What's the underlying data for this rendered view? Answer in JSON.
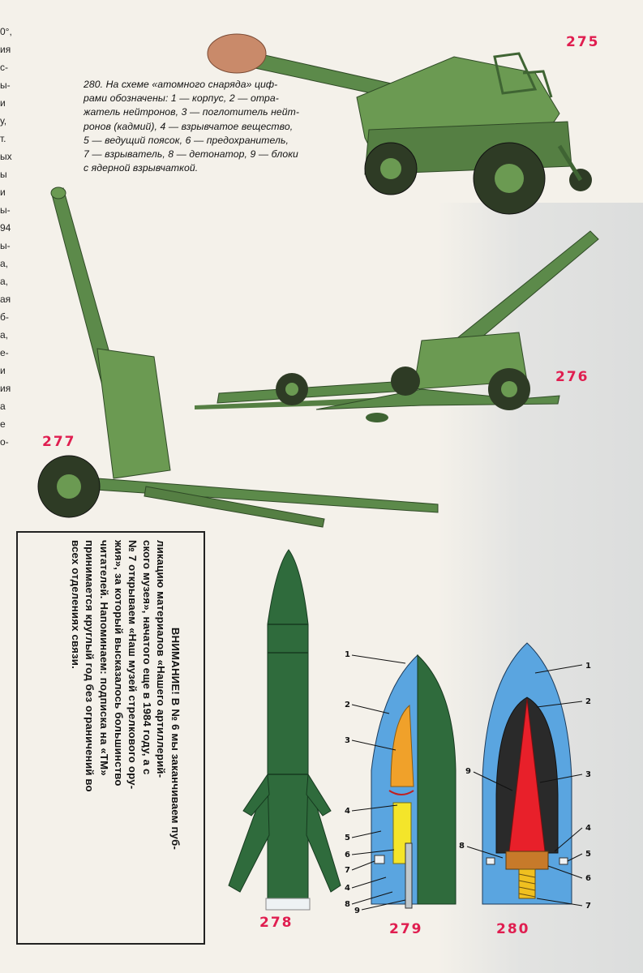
{
  "left_column_fragments": [
    "0°,",
    "ия",
    "с-",
    "ы-",
    "и",
    "у,",
    "т.",
    "ых",
    "ы",
    "и",
    "ы-",
    "94",
    "ы-",
    "а,",
    "а,",
    "ая",
    "б-",
    "а,",
    "е-",
    "и",
    "ия",
    "а",
    "е",
    "о-"
  ],
  "caption": {
    "lines": [
      "280. На схеме «атомного снаряда» циф-",
      "рами обозначены: 1 — корпус, 2 — отра-",
      "жатель нейтронов, 3 — поглотитель нейт-",
      "ронов (кадмий), 4 — взрывчатое вещество,",
      "5 — ведущий поясок, 6 — предохранитель,",
      "7 — взрыватель, 8 — детонатор, 9 — блоки",
      "с ядерной взрывчаткой."
    ]
  },
  "figures": {
    "f275": "275",
    "f276": "276",
    "f277": "277",
    "f278": "278",
    "f279": "279",
    "f280": "280"
  },
  "notice": {
    "lines": [
      "ВНИМАНИЕ! В № 6 мы заканчиваем пуб-",
      "ликацию материалов «Нашего артиллерий-",
      "ского музея», начатого еще в 1984 году, а с",
      "№ 7 открываем «Наш музей стрелкового ору-",
      "жия», за который высказалось большинство",
      "читателей. Напоминаем: подписка на «ТМ»",
      "принимается круглый год без ограничений во",
      "всех отделениях связи."
    ]
  },
  "labels_279": {
    "l1": "1",
    "l2": "2",
    "l3": "3",
    "l4a": "4",
    "l5": "5",
    "l6": "6",
    "l7": "7",
    "l4b": "4",
    "l8": "8",
    "l9": "9"
  },
  "labels_280": {
    "l1": "1",
    "l2": "2",
    "l9": "9",
    "l3": "3",
    "l4": "4",
    "l8": "8",
    "l5": "5",
    "l6": "6",
    "l7": "7"
  },
  "colors": {
    "gun_green": "#5c8a4a",
    "gun_dark": "#3f6433",
    "shell_green": "#2f6b3c",
    "shell_blue": "#5aa5e0",
    "orange": "#f0a12a",
    "yellow": "#f4e52a",
    "red": "#e8202a",
    "magenta": "#e01e50"
  }
}
